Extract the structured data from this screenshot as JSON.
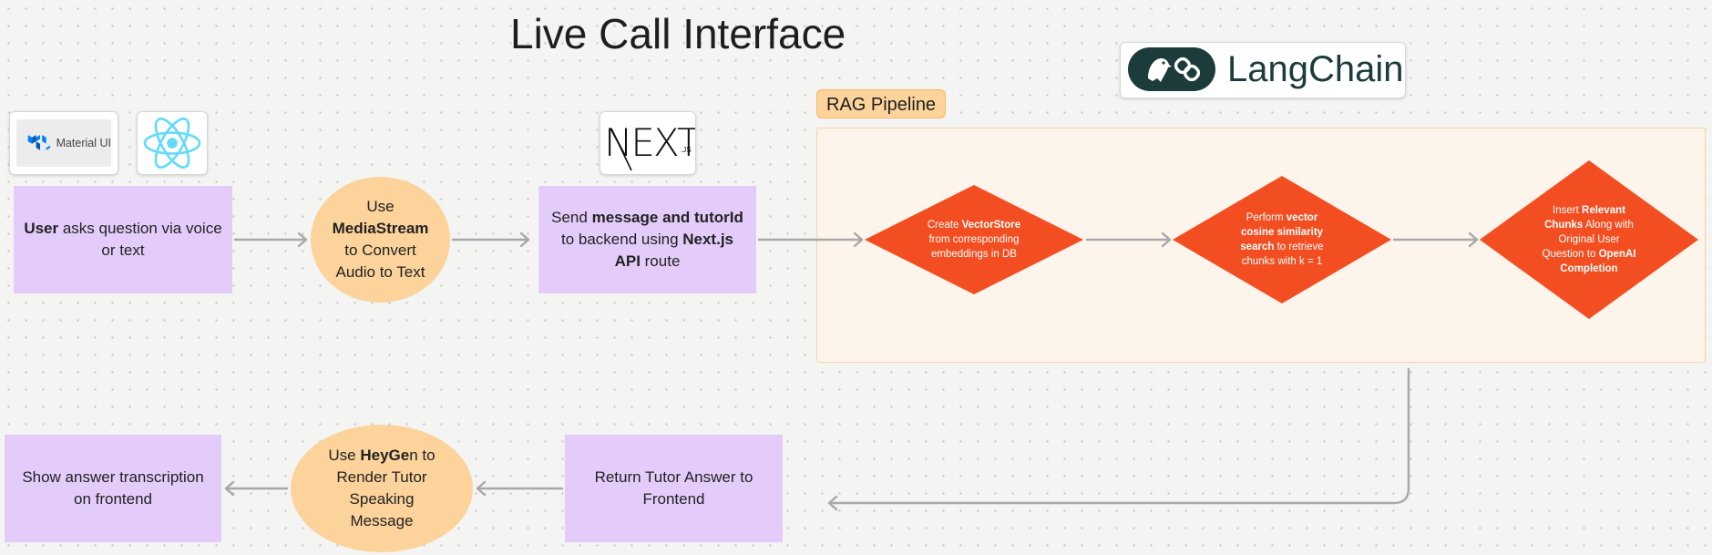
{
  "title": "Live Call Interface",
  "rag_label": "RAG Pipeline",
  "logos": {
    "material_ui": "Material UI",
    "next_main": "NEXT",
    "next_suffix": ".JS",
    "langchain": "LangChain"
  },
  "nodes": {
    "user_ask": {
      "b1": "User",
      "t1": " asks question via voice or text"
    },
    "mediastream": {
      "t1": "Use ",
      "b1": "MediaStream",
      "t2": " to Convert Audio to Text"
    },
    "send_message": {
      "t1": "Send ",
      "b1": "message and tutorId",
      "t2": " to backend using ",
      "b2": "Next.js API",
      "t3": " route"
    },
    "create_vectorstore": {
      "t1": "Create ",
      "b1": "VectorStore",
      "t2": " from corresponding embeddings in DB"
    },
    "vector_search": {
      "t1": "Perform ",
      "b1": "vector cosine similarity search",
      "t2": " to retrieve chunks with k = 1"
    },
    "insert_chunks": {
      "t1": "Insert ",
      "b1": "Relevant Chunks",
      "t2": " Along with Original User Question to ",
      "b2": "OpenAI Completion"
    },
    "return_answer": {
      "t1": "Return Tutor Answer to Frontend"
    },
    "heygen": {
      "t1": "Use ",
      "b1": "HeyGe",
      "t2": "n to Render Tutor Speaking Message"
    },
    "show_answer": {
      "t1": "Show answer transcription on frontend"
    }
  },
  "colors": {
    "purple_box": "#e4ccfa",
    "orange_circle": "#fcd39b",
    "diamond": "#f24e21",
    "rag_area": "#fdf5ec",
    "arrow": "#a8a8a8",
    "langchain_dark": "#1c3c3c"
  }
}
